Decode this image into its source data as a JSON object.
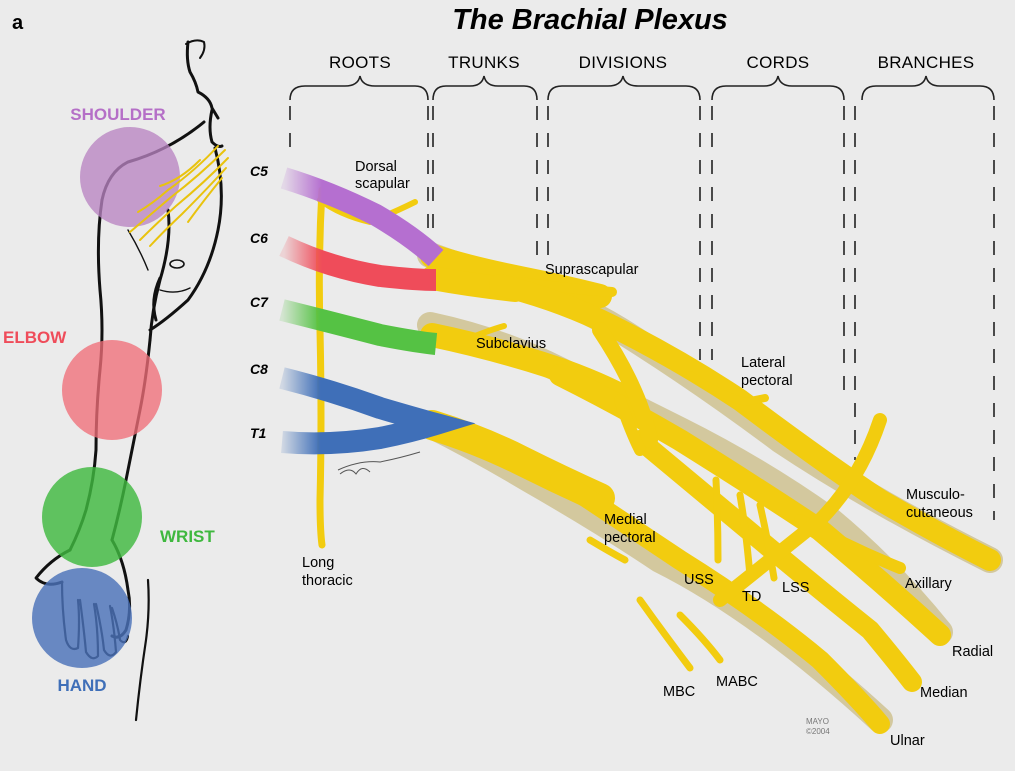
{
  "panel_letter": "a",
  "title": "The Brachial Plexus",
  "headers": [
    "ROOTS",
    "TRUNKS",
    "DIVISIONS",
    "CORDS",
    "BRANCHES"
  ],
  "roots": [
    "C5",
    "C6",
    "C7",
    "C8",
    "T1"
  ],
  "regions": {
    "shoulder": "SHOULDER",
    "elbow": "ELBOW",
    "wrist": "WRIST",
    "hand": "HAND"
  },
  "labels": {
    "dorsal_scapular_1": "Dorsal",
    "dorsal_scapular_2": "scapular",
    "suprascapular": "Suprascapular",
    "subclavius": "Subclavius",
    "lateral_pectoral_1": "Lateral",
    "lateral_pectoral_2": "pectoral",
    "musculocutaneous_1": "Musculo-",
    "musculocutaneous_2": "cutaneous",
    "medial_pectoral_1": "Medial",
    "medial_pectoral_2": "pectoral",
    "long_thoracic_1": "Long",
    "long_thoracic_2": "thoracic",
    "uss": "USS",
    "td": "TD",
    "lss": "LSS",
    "axillary": "Axillary",
    "radial": "Radial",
    "median": "Median",
    "ulnar": "Ulnar",
    "mbc": "MBC",
    "mabc": "MABC"
  },
  "credit": [
    "MAYO",
    "©2004"
  ],
  "colors": {
    "nerve": "#f2cc0f",
    "c5": "#b56fd0",
    "c6": "#ef4c5a",
    "c7": "#55c244",
    "c8_t1": "#3f6fb8",
    "shoulder": "#b884c2",
    "elbow": "#ef6e78",
    "wrist": "#3fb83f",
    "hand": "#4a72b8"
  }
}
